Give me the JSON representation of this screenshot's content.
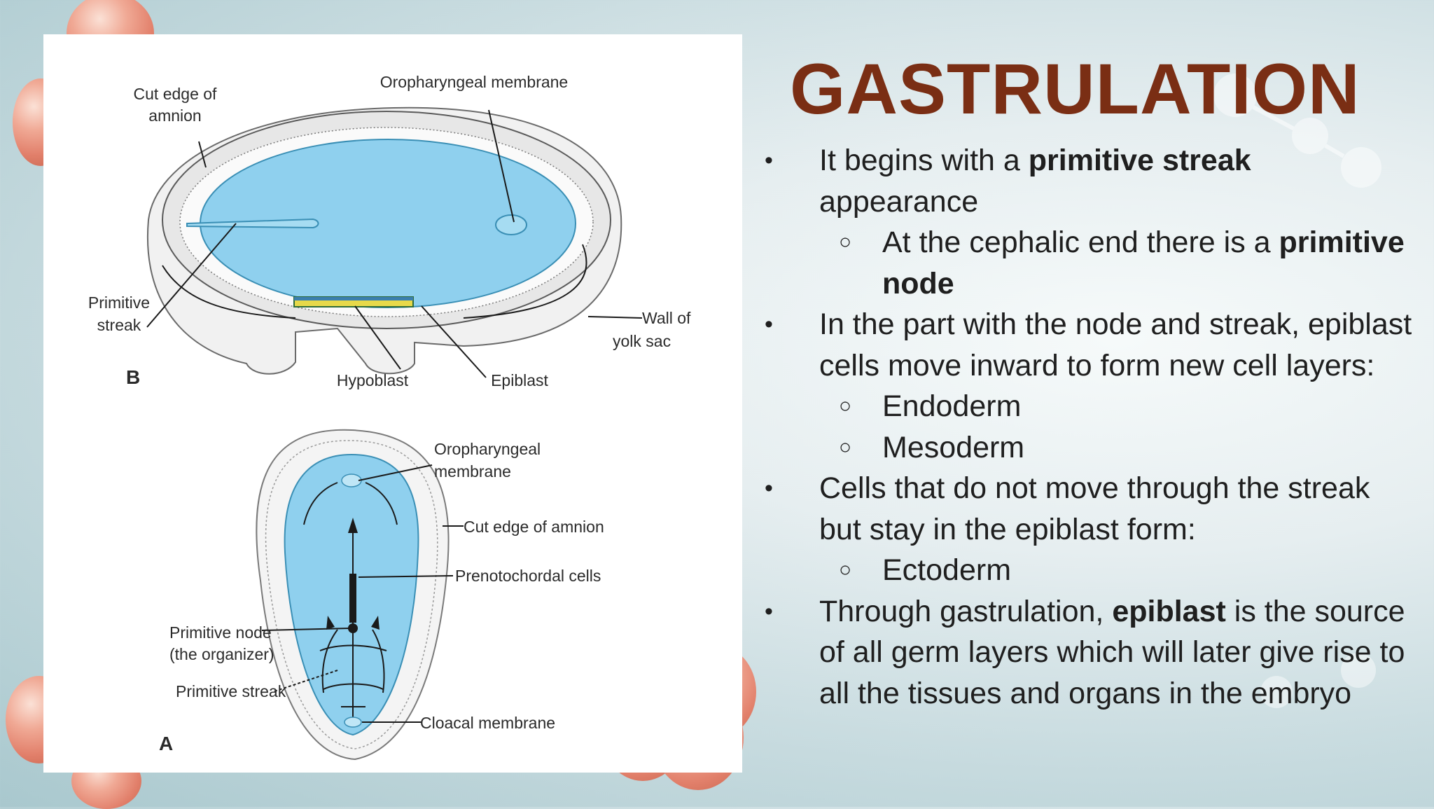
{
  "title": "GASTRULATION",
  "bullets": [
    {
      "level": 1,
      "marker": "•",
      "pre": "It begins with a ",
      "bold": "primitive streak",
      "post": " appearance"
    },
    {
      "level": 2,
      "marker": "○",
      "pre": "At the cephalic end there is a ",
      "bold": "primitive node",
      "post": ""
    },
    {
      "level": 1,
      "marker": "•",
      "pre": "In the part with the node and streak, epiblast cells move inward to form new cell layers:",
      "bold": "",
      "post": ""
    },
    {
      "level": 2,
      "marker": "○",
      "pre": "Endoderm",
      "bold": "",
      "post": ""
    },
    {
      "level": 2,
      "marker": "○",
      "pre": "Mesoderm",
      "bold": "",
      "post": ""
    },
    {
      "level": 1,
      "marker": "•",
      "pre": "Cells that do not move through the streak but stay in the epiblast form:",
      "bold": "",
      "post": ""
    },
    {
      "level": 2,
      "marker": "○",
      "pre": "Ectoderm",
      "bold": "",
      "post": ""
    },
    {
      "level": 1,
      "marker": "•",
      "pre": "Through gastrulation, ",
      "bold": "epiblast",
      "post": " is the source of all germ layers which will later give rise to all the tissues and organs in the embryo"
    }
  ],
  "figure": {
    "panel_b": {
      "letter": "B",
      "cut_edge_1": "Cut edge of",
      "cut_edge_2": "amnion",
      "oropharyngeal": "Oropharyngeal membrane",
      "primitive_streak_1": "Primitive",
      "primitive_streak_2": "streak",
      "wall_1": "Wall of",
      "wall_2": "yolk sac",
      "hypoblast": "Hypoblast",
      "epiblast": "Epiblast"
    },
    "panel_a": {
      "letter": "A",
      "oropharyngeal_1": "Oropharyngeal",
      "oropharyngeal_2": "membrane",
      "cut_edge": "Cut edge of amnion",
      "prenotochordal": "Prenotochordal cells",
      "primitive_node_1": "Primitive node",
      "primitive_node_2": "(the organizer)",
      "primitive_streak": "Primitive streak",
      "cloacal": "Cloacal membrane"
    }
  },
  "colors": {
    "title": "#7a2e14",
    "disc_blue": "#8fd0ee",
    "cell_pink": "#e2806b"
  }
}
